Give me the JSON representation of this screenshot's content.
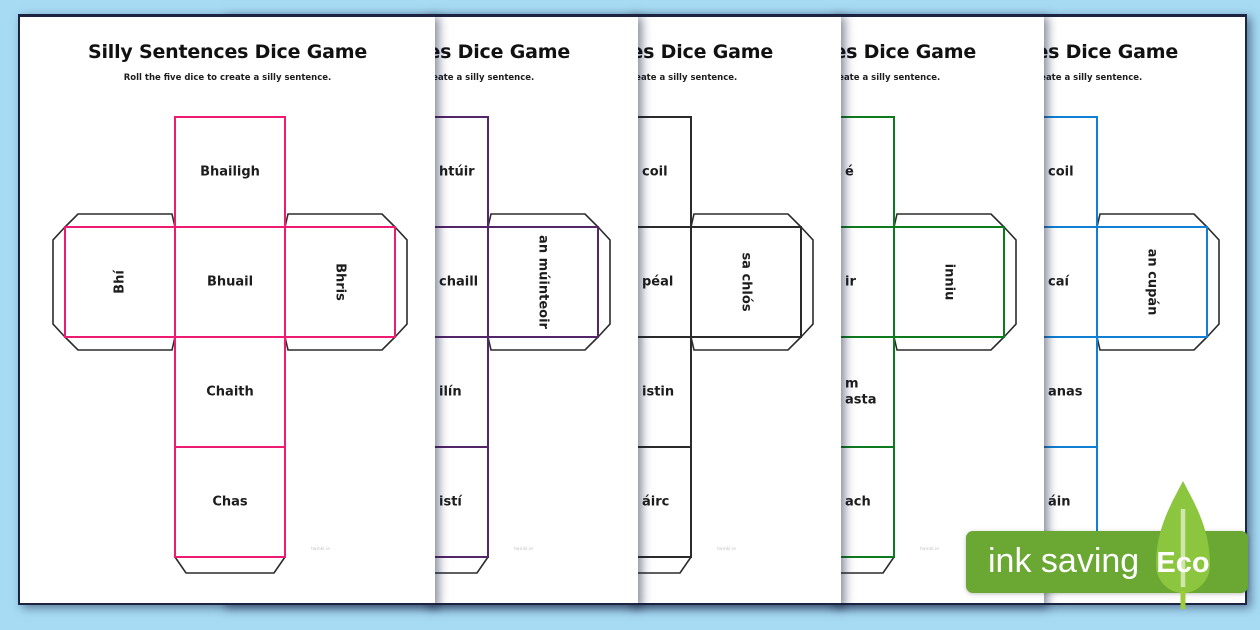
{
  "background_color": "#a7dbf4",
  "page_edge_color": "#1d2442",
  "common": {
    "title": "Silly Sentences Dice Game",
    "subtitle": "Roll the five dice to create a silly sentence.",
    "watermark": "twinkl.ie"
  },
  "pages": [
    {
      "accent": "#ee1b73",
      "clipped": false,
      "faces": {
        "top": "Bhailigh",
        "left": "Bhí",
        "center": "Bhuail",
        "right": "Bhris",
        "four": "Chaith",
        "five": "Chas"
      }
    },
    {
      "accent": "#532569",
      "clipped": true,
      "faces": {
        "top": "htúir",
        "left": "",
        "center": "chaill",
        "right": "an múinteoir",
        "four": "ilín",
        "five": "istí"
      }
    },
    {
      "accent": "#2b2b2b",
      "clipped": true,
      "faces": {
        "top": "coil",
        "left": "",
        "center": "péal",
        "right": "sa chlós",
        "four": "istin",
        "five": "áirc"
      }
    },
    {
      "accent": "#0e7a1e",
      "clipped": true,
      "faces": {
        "top": "é",
        "left": "",
        "center": "ir",
        "right": "inniu",
        "four": [
          "m",
          "asta"
        ],
        "five": "ach"
      }
    },
    {
      "accent": "#1180d2",
      "clipped": true,
      "faces": {
        "top": "coil",
        "left": "",
        "center": "caí",
        "right": "an cupán",
        "four": "anas",
        "five": "áin"
      }
    }
  ],
  "badge": {
    "label": "ink saving",
    "eco_label": "Eco",
    "banner_color": "#6aa733",
    "leaf_color": "#8cc63f",
    "vein_color": "#cfe7ab",
    "stem_color": "#9ccb3c"
  }
}
